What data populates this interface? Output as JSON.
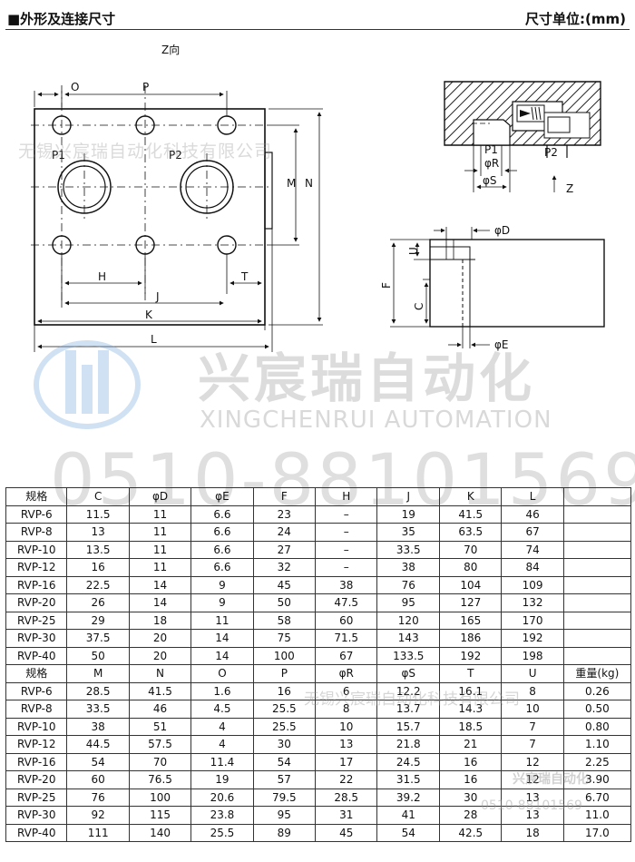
{
  "header": {
    "title": "■外形及连接尺寸",
    "unit": "尺寸单位:(mm)"
  },
  "drawing": {
    "view_label": "Z向",
    "labels": {
      "O": "O",
      "P": "P",
      "P1": "P1",
      "P2": "P2",
      "M": "M",
      "N": "N",
      "H": "H",
      "T": "T",
      "J": "J",
      "K": "K",
      "L": "L",
      "phiR": "φR",
      "phiS": "φS",
      "Z": "Z",
      "phiD": "φD",
      "U": "U",
      "F": "F",
      "C": "C",
      "phiE": "φE"
    }
  },
  "watermarks": {
    "company_cn": "无锡兴宸瑞自动化科技有限公司",
    "brand_cn": "兴宸瑞自动化",
    "brand_en": "XINGCHENRUI AUTOMATION",
    "phone": "0510-88101569",
    "brand_cn_small": "兴宸瑞自动化",
    "phone_small": "0510-88101569"
  },
  "table1": {
    "headers": [
      "规格",
      "C",
      "φD",
      "φE",
      "F",
      "H",
      "J",
      "K",
      "L",
      ""
    ],
    "rows": [
      [
        "RVP-6",
        "11.5",
        "11",
        "6.6",
        "23",
        "–",
        "19",
        "41.5",
        "46",
        ""
      ],
      [
        "RVP-8",
        "13",
        "11",
        "6.6",
        "24",
        "–",
        "35",
        "63.5",
        "67",
        ""
      ],
      [
        "RVP-10",
        "13.5",
        "11",
        "6.6",
        "27",
        "–",
        "33.5",
        "70",
        "74",
        ""
      ],
      [
        "RVP-12",
        "16",
        "11",
        "6.6",
        "32",
        "–",
        "38",
        "80",
        "84",
        ""
      ],
      [
        "RVP-16",
        "22.5",
        "14",
        "9",
        "45",
        "38",
        "76",
        "104",
        "109",
        ""
      ],
      [
        "RVP-20",
        "26",
        "14",
        "9",
        "50",
        "47.5",
        "95",
        "127",
        "132",
        ""
      ],
      [
        "RVP-25",
        "29",
        "18",
        "11",
        "58",
        "60",
        "120",
        "165",
        "170",
        ""
      ],
      [
        "RVP-30",
        "37.5",
        "20",
        "14",
        "75",
        "71.5",
        "143",
        "186",
        "192",
        ""
      ],
      [
        "RVP-40",
        "50",
        "20",
        "14",
        "100",
        "67",
        "133.5",
        "192",
        "198",
        ""
      ]
    ]
  },
  "table2": {
    "headers": [
      "规格",
      "M",
      "N",
      "O",
      "P",
      "φR",
      "φS",
      "T",
      "U",
      "重量(kg)"
    ],
    "rows": [
      [
        "RVP-6",
        "28.5",
        "41.5",
        "1.6",
        "16",
        "6",
        "12.2",
        "16.1",
        "8",
        "0.26"
      ],
      [
        "RVP-8",
        "33.5",
        "46",
        "4.5",
        "25.5",
        "8",
        "13.7",
        "14.3",
        "10",
        "0.50"
      ],
      [
        "RVP-10",
        "38",
        "51",
        "4",
        "25.5",
        "10",
        "15.7",
        "18.5",
        "7",
        "0.80"
      ],
      [
        "RVP-12",
        "44.5",
        "57.5",
        "4",
        "30",
        "13",
        "21.8",
        "21",
        "7",
        "1.10"
      ],
      [
        "RVP-16",
        "54",
        "70",
        "11.4",
        "54",
        "17",
        "24.5",
        "16",
        "12",
        "2.25"
      ],
      [
        "RVP-20",
        "60",
        "76.5",
        "19",
        "57",
        "22",
        "31.5",
        "16",
        "12",
        "3.90"
      ],
      [
        "RVP-25",
        "76",
        "100",
        "20.6",
        "79.5",
        "28.5",
        "39.2",
        "30",
        "13",
        "6.70"
      ],
      [
        "RVP-30",
        "92",
        "115",
        "23.8",
        "95",
        "31",
        "41",
        "28",
        "13",
        "11.0"
      ],
      [
        "RVP-40",
        "111",
        "140",
        "25.5",
        "89",
        "45",
        "54",
        "42.5",
        "18",
        "17.0"
      ]
    ]
  }
}
